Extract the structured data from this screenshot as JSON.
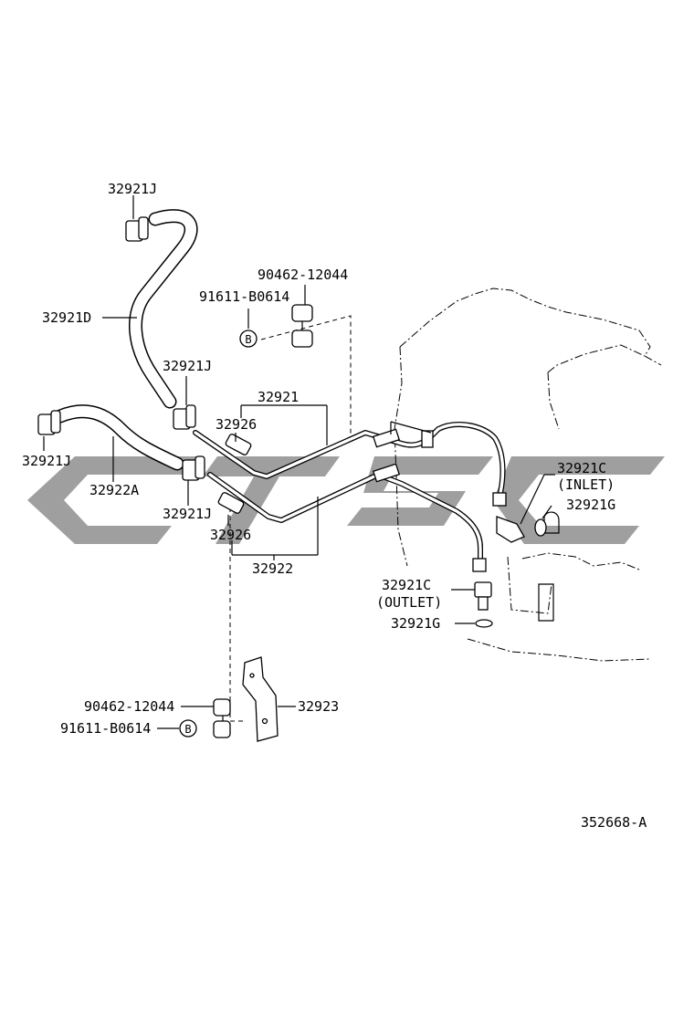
{
  "diagram": {
    "drawing_number": "352668-A",
    "labels": {
      "hose_top_clip": "32921J",
      "hose_d": "32921D",
      "clip_b_part": "90462-12044",
      "clip_bolt": "91611-B0614",
      "circle_b": "B",
      "hose_d_clip": "32921J",
      "tube_upper": "32921",
      "sleeve_upper": "32926",
      "hose_a_clip_left": "32921J",
      "hose_a": "32922A",
      "hose_a_clip_right": "32921J",
      "sleeve_lower": "32926",
      "tube_lower": "32922",
      "inlet_fitting": "32921C",
      "inlet_note": "(INLET)",
      "inlet_gasket": "32921G",
      "outlet_fitting": "32921C",
      "outlet_note": "(OUTLET)",
      "outlet_gasket": "32921G",
      "clip_a_part": "90462-12044",
      "bracket": "32923",
      "clip_a_bolt": "91611-B0614",
      "circle_b_lower": "B"
    },
    "watermark_color": "#8e8e8e"
  }
}
